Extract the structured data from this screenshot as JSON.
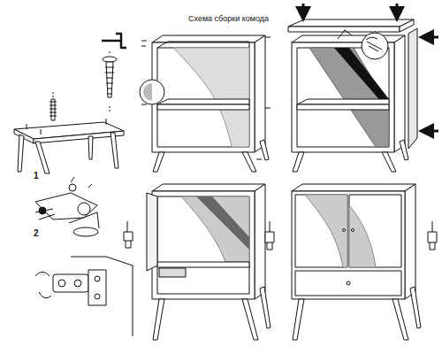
{
  "diagram": {
    "title": "Схема сборки комода",
    "labels": [
      "1",
      "2"
    ]
  }
}
